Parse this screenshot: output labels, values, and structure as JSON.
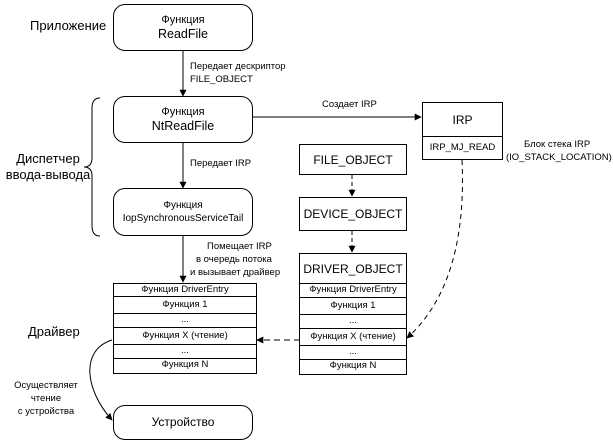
{
  "layers": {
    "app": "Приложение",
    "io_manager_line1": "Диспетчер",
    "io_manager_line2": "ввода-вывода",
    "driver": "Драйвер"
  },
  "boxes": {
    "readfile": {
      "line1": "Функция",
      "line2": "ReadFile"
    },
    "ntreadfile": {
      "line1": "Функция",
      "line2": "NtReadFile"
    },
    "iosync": {
      "line1": "Функция",
      "line2": "IopSynchronousServiceTail"
    },
    "device": "Устройство",
    "file_object": "FILE_OBJECT",
    "device_object": "DEVICE_OBJECT"
  },
  "irp": {
    "title": "IRP",
    "function": "IRP_MJ_READ"
  },
  "driver_functions": [
    "Функция DriverEntry",
    "Функция 1",
    "...",
    "Функция X (чтение)",
    "...",
    "Функция N"
  ],
  "driver_object": {
    "title": "DRIVER_OBJECT",
    "rows": [
      "Функция DriverEntry",
      "Функция 1",
      "...",
      "Функция X (чтение)",
      "...",
      "Функция N"
    ]
  },
  "edge_labels": {
    "passes_descriptor_line1": "Передает дескриптор",
    "passes_descriptor_line2": "FILE_OBJECT",
    "creates_irp": "Создает IRP",
    "passes_irp": "Передает IRP",
    "queue_line1": "Помещает IRP",
    "queue_line2": "в очередь потока",
    "queue_line3": "и вызывает драйвер",
    "stack_line1": "Блок стека IRP",
    "stack_line2": "(IO_STACK_LOCATION)",
    "reads_line1": "Осуществляет",
    "reads_line2": "чтение",
    "reads_line3": "с устройства"
  }
}
